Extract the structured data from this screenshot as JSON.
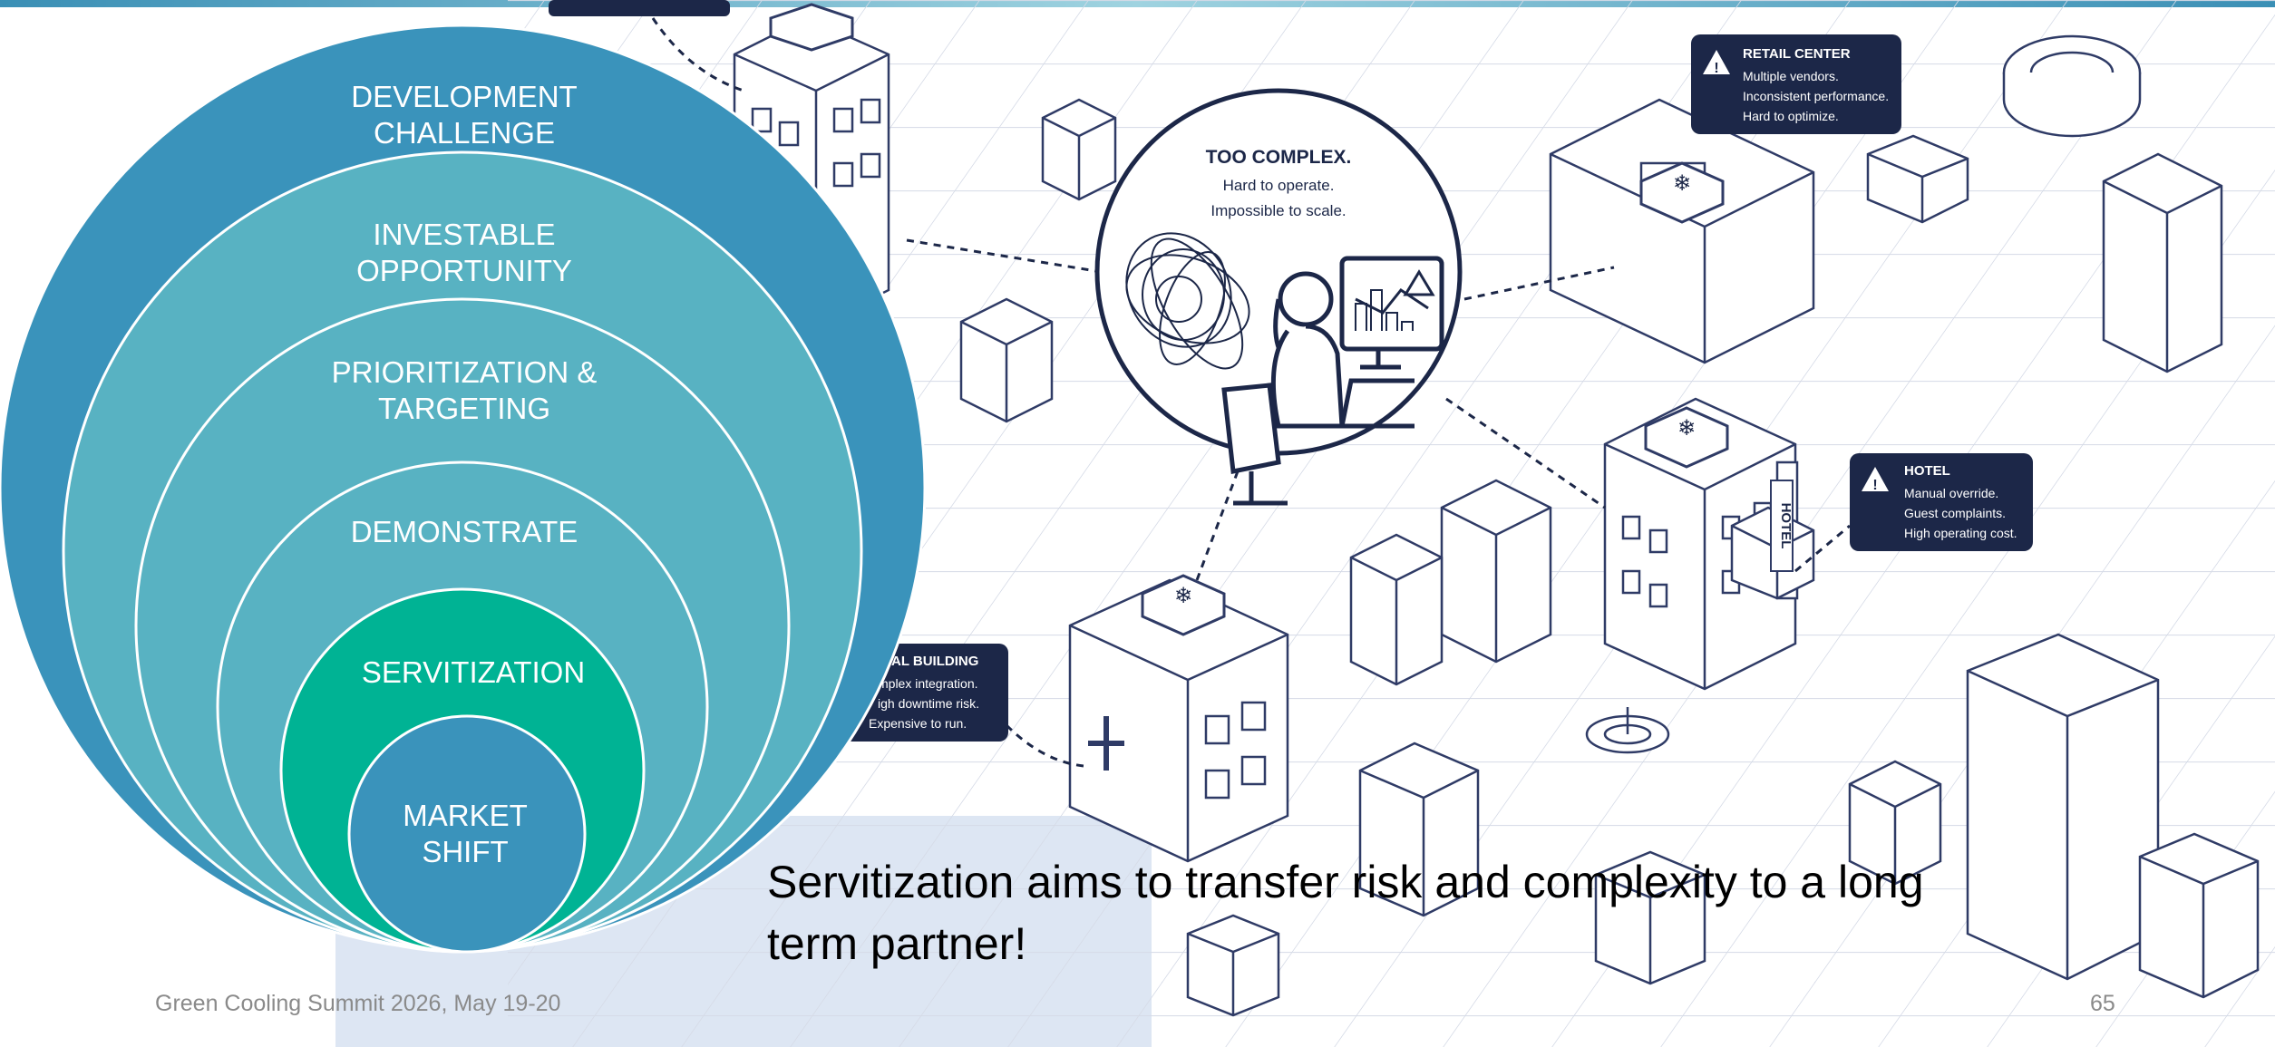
{
  "footer": {
    "event": "Green Cooling Summit 2026, May 19-20",
    "page_number": "65"
  },
  "caption": {
    "line1": "Servitization aims to transfer risk and complexity to a long",
    "line2": "term partner!"
  },
  "nested_circles": [
    {
      "line1": "DEVELOPMENT",
      "line2": "CHALLENGE",
      "color": "#3a93bb"
    },
    {
      "line1": "INVESTABLE",
      "line2": "OPPORTUNITY",
      "color": "#58b2c2"
    },
    {
      "line1": "PRIORITIZATION &",
      "line2": "TARGETING",
      "color": "#58b2c2"
    },
    {
      "line1": "DEMONSTRATE",
      "line2": "",
      "color": "#58b2c2"
    },
    {
      "line1": "SERVITIZATION",
      "line2": "",
      "color": "#00b394"
    },
    {
      "line1": "MARKET",
      "line2": "SHIFT",
      "color": "#3a93bb"
    }
  ],
  "bubble": {
    "title": "TOO COMPLEX.",
    "line1": "Hard to operate.",
    "line2": "Impossible to scale."
  },
  "callouts": {
    "retail": {
      "title": "RETAIL CENTER",
      "line1": "Multiple vendors.",
      "line2": "Inconsistent performance.",
      "line3": "Hard to optimize."
    },
    "hotel": {
      "title": "HOTEL",
      "line1": "Manual override.",
      "line2": "Guest complaints.",
      "line3": "High operating cost."
    },
    "medical": {
      "title": "ICAL BUILDING",
      "line1": "mplex integration.",
      "line2": "igh downtime risk.",
      "line3": "Expensive to run."
    }
  },
  "building_labels": {
    "hotel_sign": "HOTEL"
  },
  "colors": {
    "navy": "#1c2748",
    "line": "#2f3b66",
    "accent_blue": "#3a93bb",
    "teal": "#58b2c2",
    "green": "#00b394"
  }
}
